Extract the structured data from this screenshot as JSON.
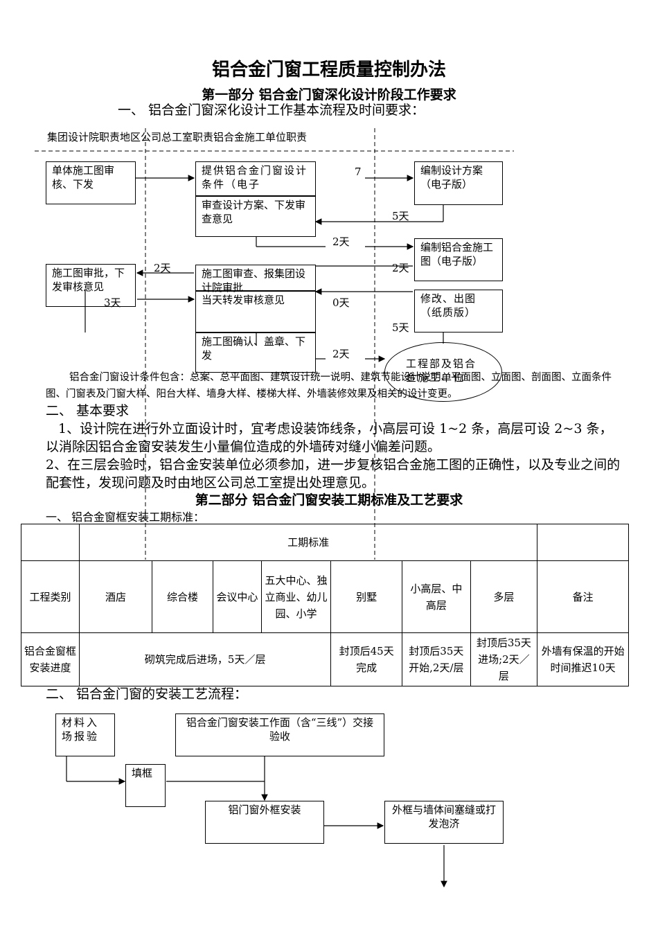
{
  "title": "铝合金门窗工程质量控制办法",
  "part1": {
    "heading": "第一部分  铝合金门窗深化设计阶段工作要求",
    "sec1": "一、    铝合金门窗深化设计工作基本流程及时间要求：",
    "columns_header": "集团设计院职责地区公司总工室职责铝合金施工单位职责",
    "flow": {
      "b1": "单体施工图审核、下发",
      "b2": "提供铝合金门窗设计条件（电子",
      "b3": "审查设计方案、下发审查意见",
      "b4": "编制设计方案（电子版）",
      "b5": "编制铝合金施工图（电子版）",
      "b6": "施工图审批，下发审核意见",
      "b7": "施工图审查、报集团设计院审批",
      "b8": "当天转发审核意见",
      "b9": "修改、出图（纸质版）",
      "b10": "施工图确认、盖章、下发",
      "ellipse": "工程部及铝合金施工单位",
      "l1": "7",
      "l2": "5天",
      "l3": "2天",
      "l4": "2天",
      "l5": "2天",
      "l6": "3天",
      "l7": "0天",
      "l8": "5天",
      "l9": "2天"
    },
    "note": "铝合金门窗设计条件包含：总案、总平面图、建筑设计统一说明、建筑节能设计说明、平面图、立面图、剖面图、立面条件图、门窗表及门窗大样、阳台大样、墙身大样、楼梯大样、外墙装修效果及相关的设计变更。",
    "sec2": "二、  基本要求",
    "req1": "1、设计院在进行外立面设计时，宜考虑设装饰线条，小高层可设 1~2 条，高层可设 2~3 条，以消除因铝合金窗安装发生小量偏位造成的外墙砖对缝小偏差问题。",
    "req2": "2、在三层会验时，铝合金安装单位必须参加，进一步复核铝合金施工图的正确性，以及专业之间的配套性，发现问题及时由地区公司总工室提出处理意见。"
  },
  "part2": {
    "heading": "第二部分  铝合金门窗安装工期标准及工艺要求",
    "sec1": "一、    铝合金窗框安装工期标准：",
    "table": {
      "header_merged": "工期标准",
      "columns": [
        "工程类别",
        "酒店",
        "综合楼",
        "会议中心",
        "五大中心、独立商业、幼儿园、小学",
        "别墅",
        "小高层、中高层",
        "多层",
        "备注"
      ],
      "row_label": "铝合金窗框安装进度",
      "row_cells": [
        "砌筑完成后进场，5天／层",
        "封顶后45天完成",
        "封顶后35天开始,2天/层",
        "封顶后35天进场;2天／层",
        "外墙有保温的开始时间推迟10天"
      ]
    },
    "sec2": "二、  铝合金门窗的安装工艺流程：",
    "flow": {
      "f1": "材料入场报验",
      "f2": "铝合金门窗安装工作面（含“三线”）交接验收",
      "f3": "填框",
      "f4": "铝门窗外框安装",
      "f5": "外框与墙体间塞缝或打发泡济"
    }
  }
}
